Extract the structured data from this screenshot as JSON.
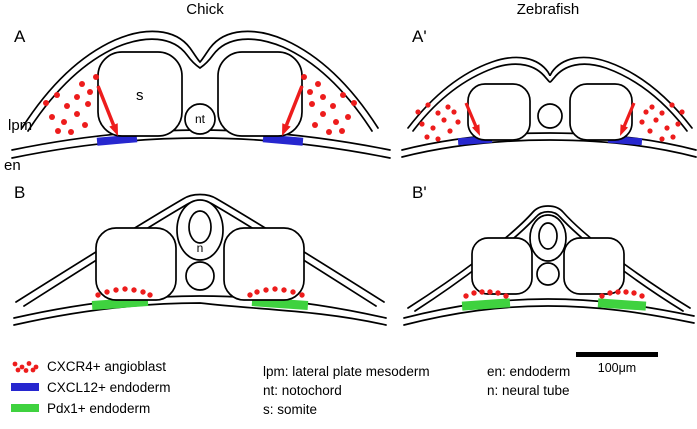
{
  "figure": {
    "titles": {
      "left": "Chick",
      "right": "Zebrafish"
    },
    "panels": {
      "a": "A",
      "a_prime": "A'",
      "b": "B",
      "b_prime": "B'"
    },
    "anatomy_labels": {
      "lpm": "lpm",
      "en": "en",
      "s": "s",
      "nt": "nt",
      "n": "n"
    },
    "scale_bar": {
      "label": "100μm"
    },
    "legend": [
      {
        "key": "angioblast",
        "label": "CXCR4+ angioblast"
      },
      {
        "key": "cxcl12",
        "label": "CXCL12+ endoderm"
      },
      {
        "key": "pdx1",
        "label": "Pdx1+ endoderm"
      }
    ],
    "abbreviations": {
      "col1": [
        "lpm: lateral plate mesoderm",
        "nt: notochord",
        "s: somite"
      ],
      "col2": [
        "en: endoderm",
        "n: neural tube"
      ]
    },
    "colors": {
      "angioblast": "#ed1c1c",
      "cxcl12": "#2727cf",
      "pdx1": "#3fd23f",
      "outline": "#000000"
    }
  }
}
